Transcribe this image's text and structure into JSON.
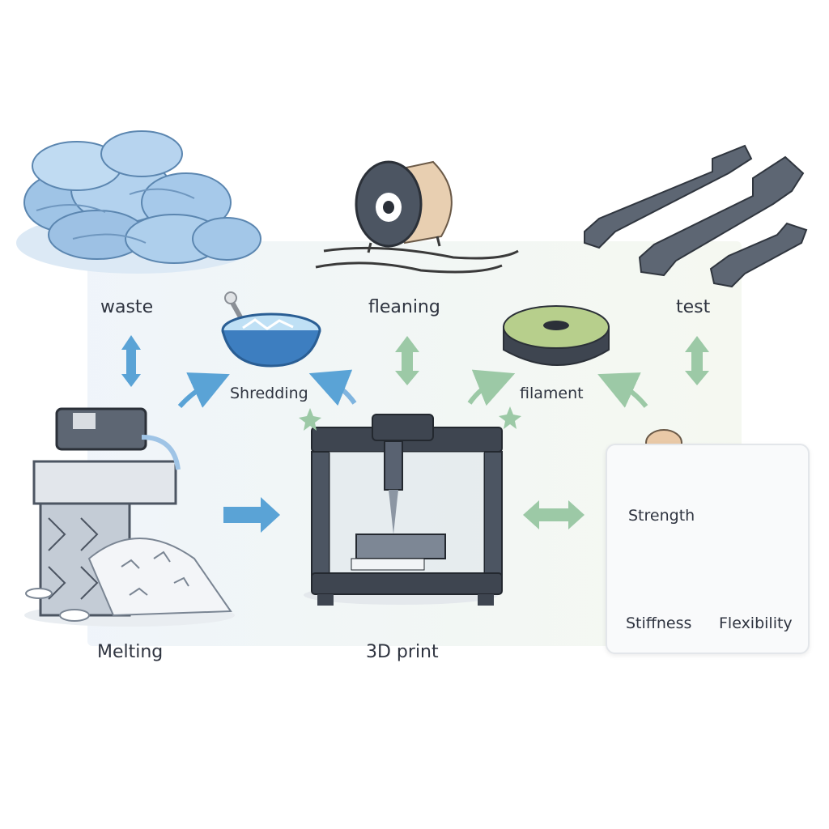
{
  "steps": {
    "waste": "waste",
    "shredding": "Shredding",
    "cleaning": "fleaning",
    "filament": "filament",
    "test": "test",
    "melting": "Melting",
    "print": "3D print"
  },
  "properties": {
    "strength": "Strength",
    "stiffness": "Stiffness",
    "flexibility": "Flexibility"
  },
  "colors": {
    "blue_arrow": "#5aa3d6",
    "green_arrow": "#9cc9a6",
    "mask_blue": "#a9cbe8",
    "machine_gray": "#4c5562"
  }
}
